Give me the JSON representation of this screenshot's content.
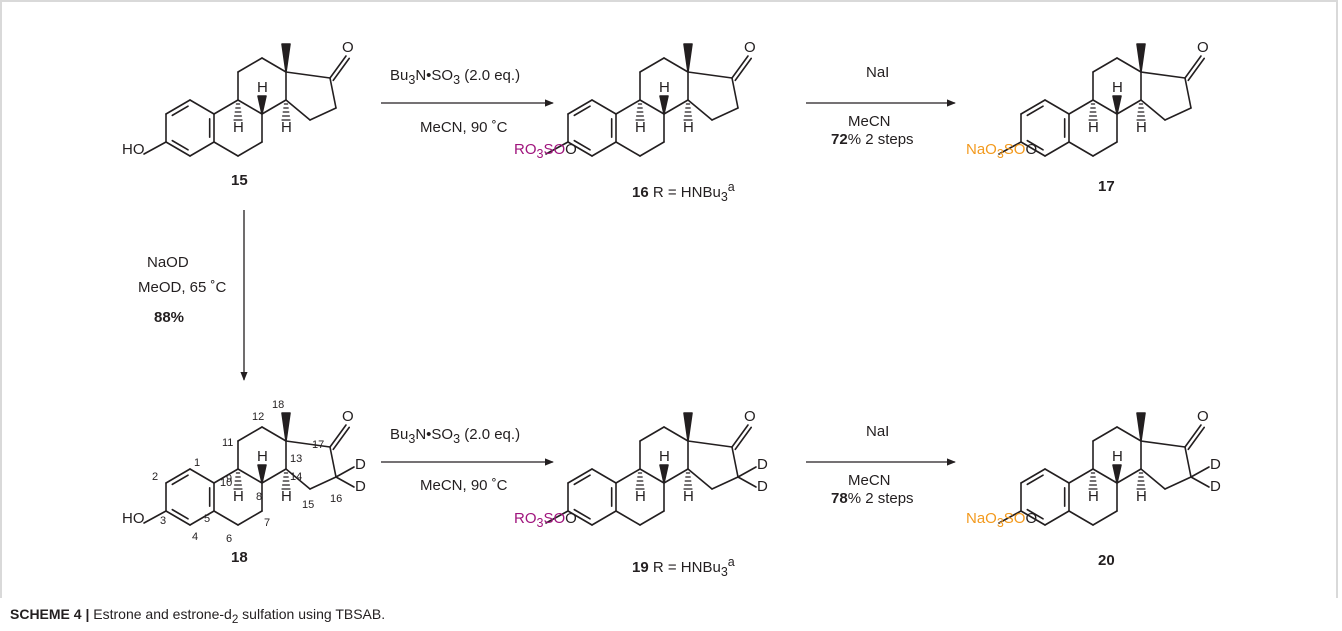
{
  "colors": {
    "magenta": "#a0147d",
    "orange": "#f39a1e",
    "text": "#231f20",
    "frame": "#d9d9d9"
  },
  "compounds": {
    "c15": {
      "id": "15",
      "oh": "HO"
    },
    "c16": {
      "id": "16",
      "r_label": "R = HNBu",
      "r_sub": "3",
      "r_sup": "a",
      "group": "RO",
      "group_sub": "3",
      "group_tail": "SO"
    },
    "c17": {
      "id": "17",
      "group": "NaO",
      "group_sub": "3",
      "group_tail": "SO"
    },
    "c18": {
      "id": "18",
      "oh": "HO"
    },
    "c19": {
      "id": "19",
      "r_label": "R = HNBu",
      "r_sub": "3",
      "r_sup": "a",
      "group": "RO",
      "group_sub": "3",
      "group_tail": "SO"
    },
    "c20": {
      "id": "20",
      "group": "NaO",
      "group_sub": "3",
      "group_tail": "SO"
    }
  },
  "atoms": {
    "O": "O",
    "H": "H",
    "D": "D"
  },
  "atom_numbers": [
    "1",
    "2",
    "3",
    "4",
    "5",
    "6",
    "7",
    "8",
    "9",
    "10",
    "11",
    "12",
    "13",
    "14",
    "15",
    "16",
    "17",
    "18"
  ],
  "reactions": {
    "r1": {
      "reagent_a": "Bu",
      "reagent_a_sub": "3",
      "reagent_b": "N•SO",
      "reagent_b_sub": "3",
      "reagent_c": " (2.0 eq.)",
      "solvent": "MeCN, 90 ˚C"
    },
    "r2": {
      "reagent": "NaI",
      "solvent": "MeCN",
      "yield": "72",
      "yield_tail": "% 2 steps"
    },
    "r3": {
      "reagent": "NaOD",
      "solvent": "MeOD, 65 ˚C",
      "yield": "88%"
    },
    "r4": {
      "reagent_a": "Bu",
      "reagent_a_sub": "3",
      "reagent_b": "N•SO",
      "reagent_b_sub": "3",
      "reagent_c": " (2.0 eq.)",
      "solvent": "MeCN, 90 ˚C"
    },
    "r5": {
      "reagent": "NaI",
      "solvent": "MeCN",
      "yield": "78",
      "yield_tail": "% 2 steps"
    }
  },
  "caption": {
    "label": "SCHEME 4 |",
    "text_a": " Estrone and estrone-d",
    "text_sub": "2",
    "text_b": " sulfation using TBSAB."
  }
}
